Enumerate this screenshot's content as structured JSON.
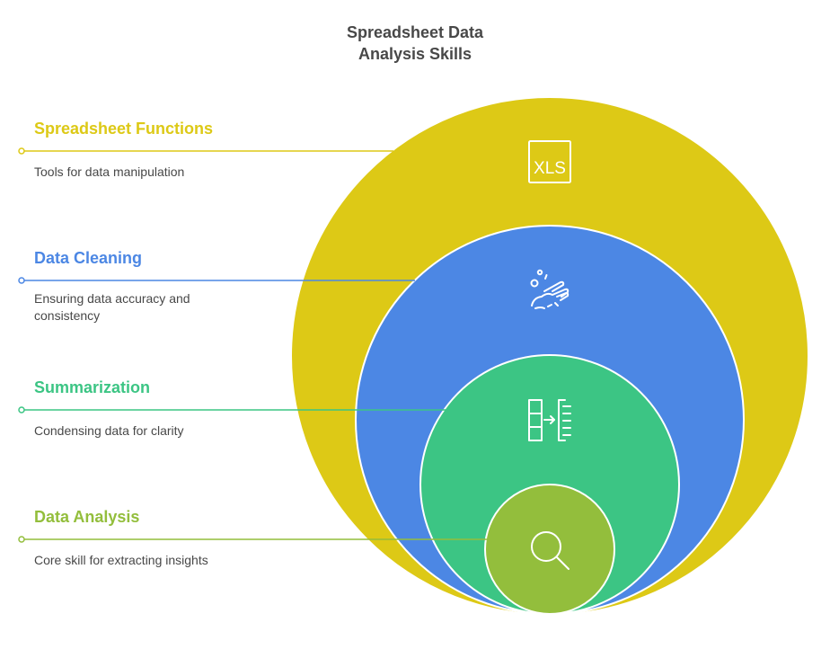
{
  "title": "Spreadsheet Data\nAnalysis Skills",
  "colors": {
    "functions": "#DDC916",
    "cleaning": "#4C87E4",
    "summarization": "#3CC584",
    "analysis": "#93BE3C",
    "text": "#484848"
  },
  "layers": [
    {
      "label": "Spreadsheet Functions",
      "description": "Tools for data manipulation",
      "icon": "xls-file-icon",
      "icon_text": "XLS"
    },
    {
      "label": "Data Cleaning",
      "description": "Ensuring data accuracy and consistency",
      "icon": "cleaning-hand-icon"
    },
    {
      "label": "Summarization",
      "description": "Condensing data for clarity",
      "icon": "column-to-list-icon"
    },
    {
      "label": "Data Analysis",
      "description": "Core skill for extracting insights",
      "icon": "magnifier-icon"
    }
  ]
}
